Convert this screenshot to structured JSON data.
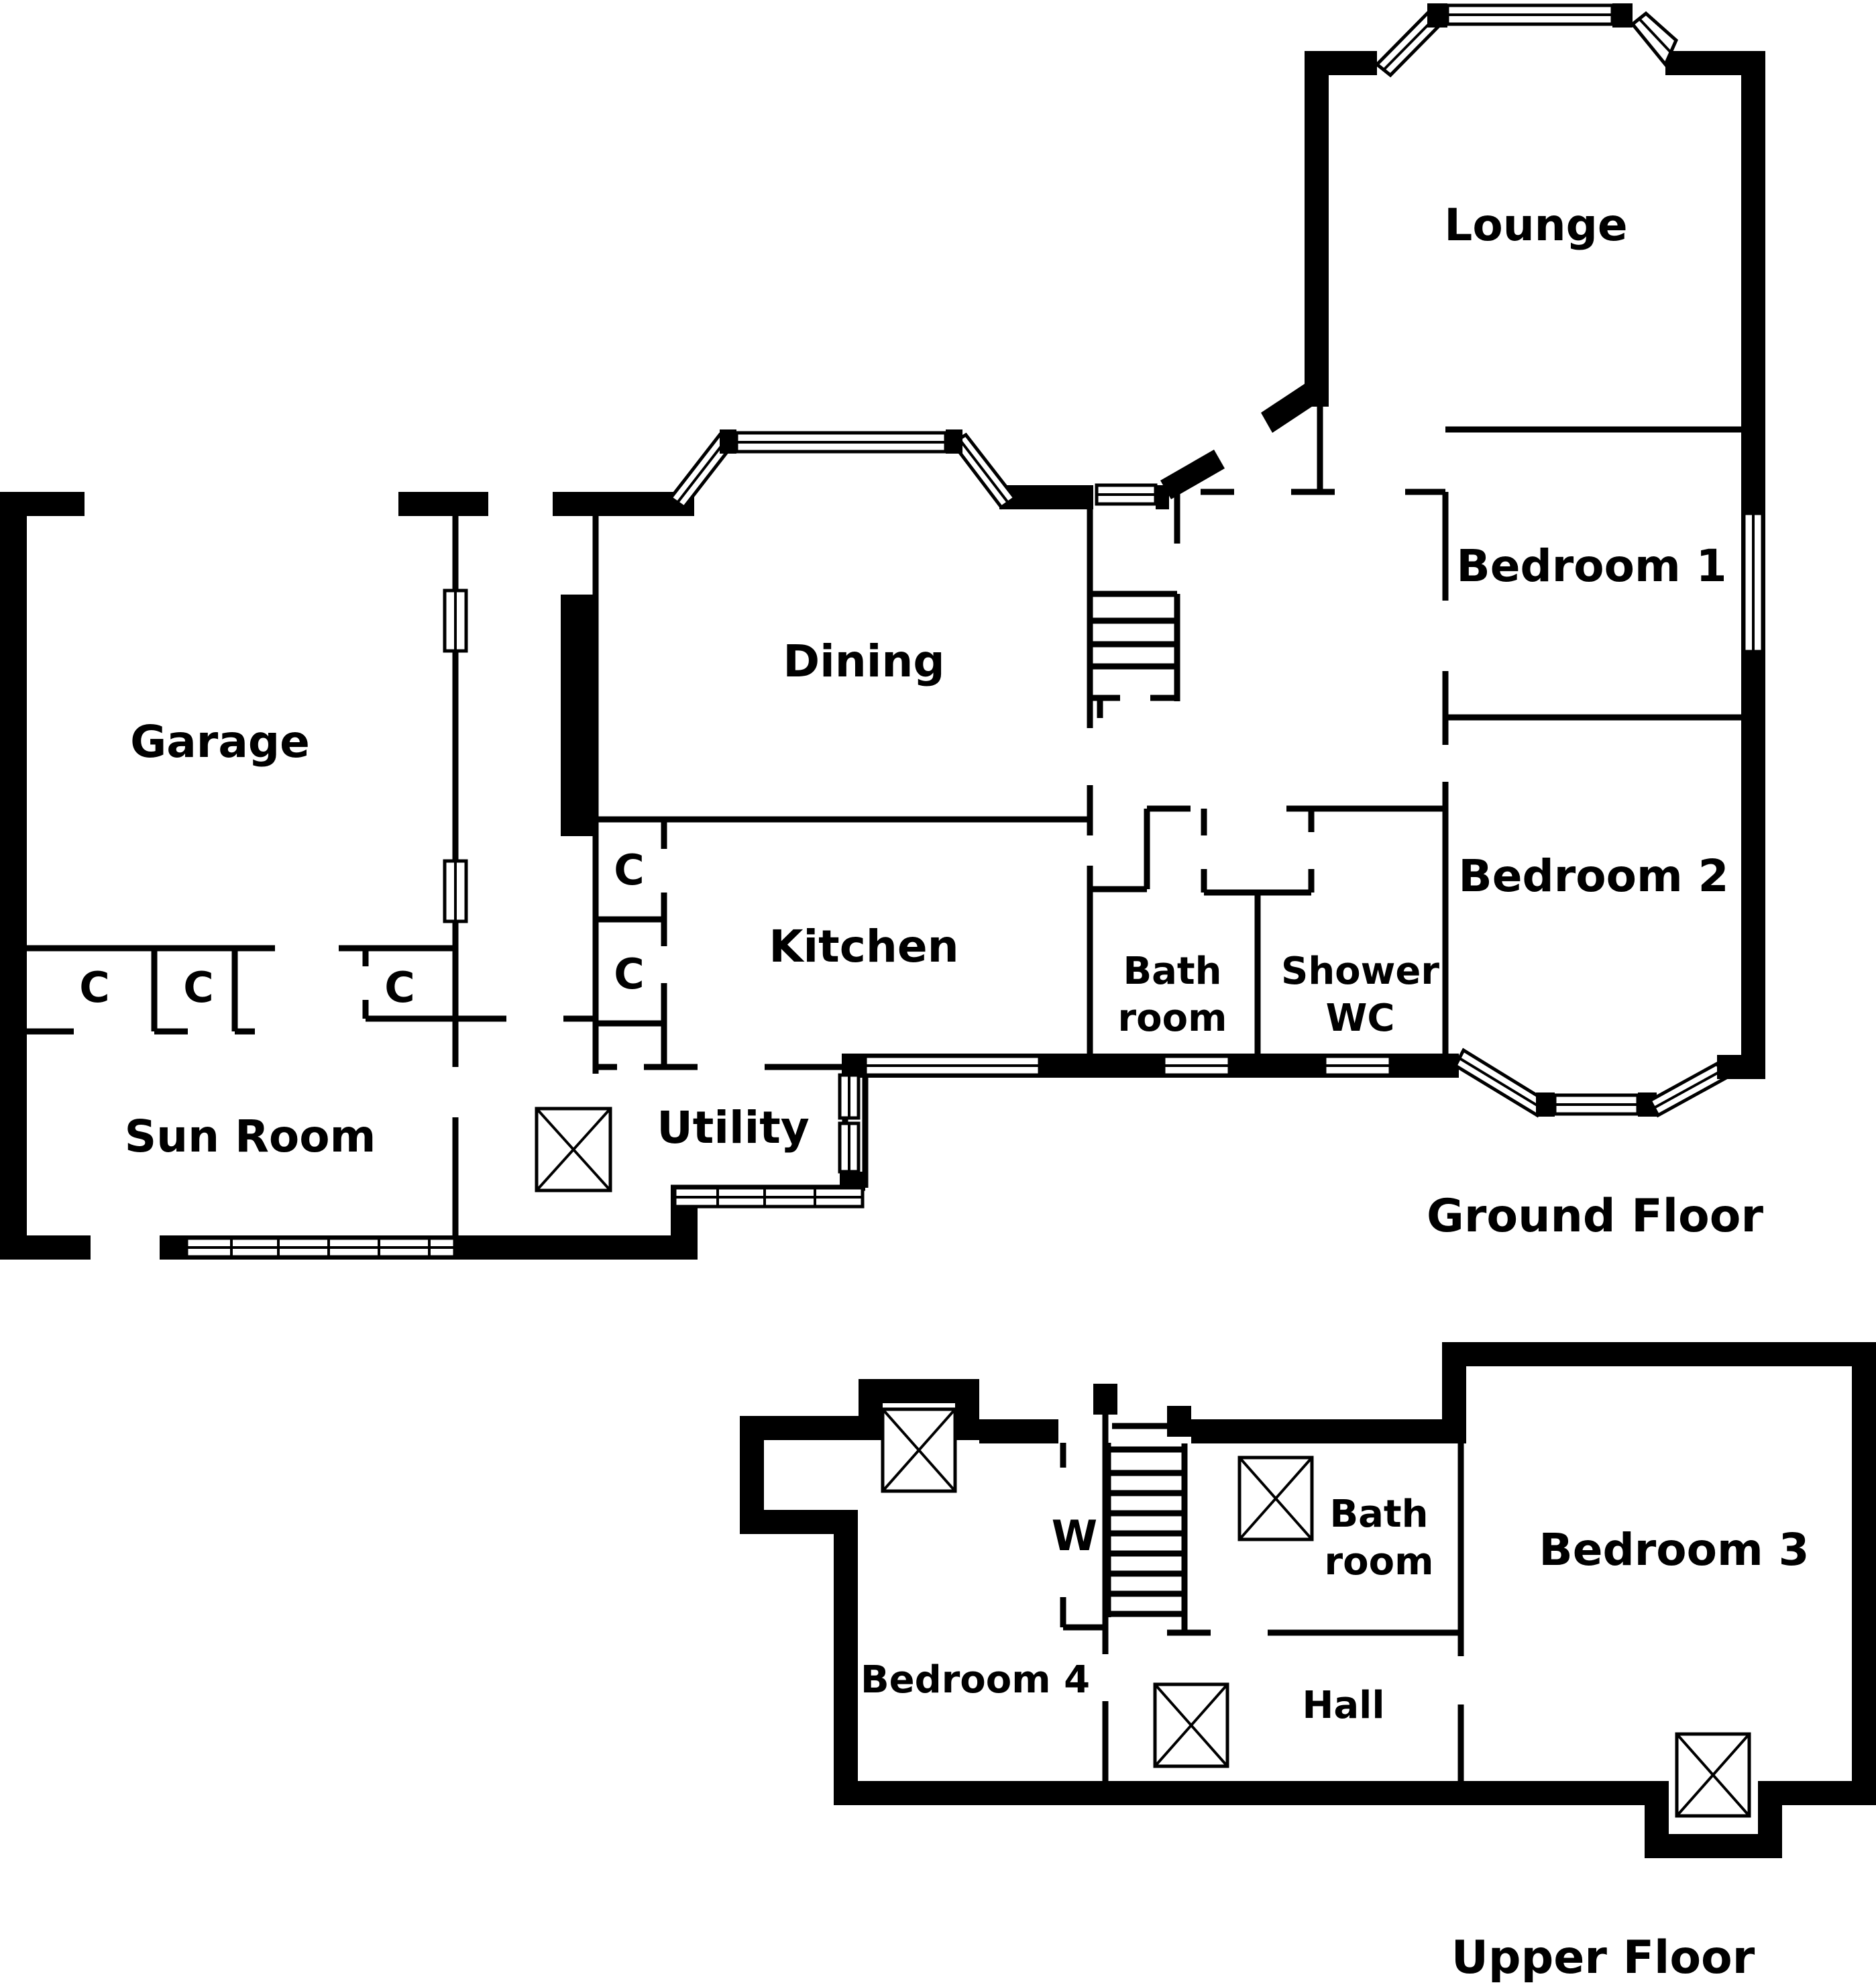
{
  "floors": {
    "ground": {
      "title": "Ground Floor",
      "rooms": {
        "lounge": "Lounge",
        "dining": "Dining",
        "garage": "Garage",
        "kitchen": "Kitchen",
        "bedroom1": "Bedroom 1",
        "bedroom2": "Bedroom 2",
        "bath_line1": "Bath",
        "bath_line2": "room",
        "shower_line1": "Shower",
        "shower_line2": "WC",
        "sun_room": "Sun Room",
        "utility": "Utility"
      },
      "cupboard_label": "C"
    },
    "upper": {
      "title": "Upper Floor",
      "rooms": {
        "bedroom3": "Bedroom 3",
        "bedroom4": "Bedroom 4",
        "bath_line1": "Bath",
        "bath_line2": "room",
        "hall": "Hall",
        "wardrobe": "W"
      }
    }
  }
}
